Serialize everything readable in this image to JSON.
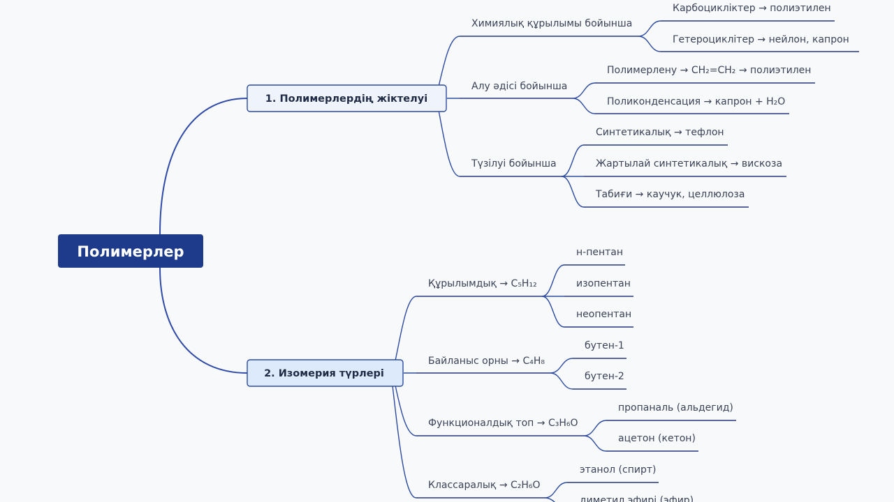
{
  "root": "Полимерлер",
  "branches": [
    {
      "label": "1. Полимерлердің жіктелуі",
      "groups": [
        {
          "label": "Химиялық құрылымы бойынша",
          "items": [
            "Карбоцикліктер → полиэтилен",
            "Гетероциклітер → нейлон, капрон"
          ]
        },
        {
          "label": "Алу әдісі бойынша",
          "items": [
            "Полимерлену → CH₂=CH₂ → полиэтилен",
            "Поликонденсация → капрон + H₂O"
          ]
        },
        {
          "label": "Түзілуі бойынша",
          "items": [
            "Синтетикалық → тефлон",
            "Жартылай синтетикалық → вискоза",
            "Табиғи → каучук, целлюлоза"
          ]
        }
      ]
    },
    {
      "label": "2. Изомерия түрлері",
      "groups": [
        {
          "label": "Құрылымдық → C₅H₁₂",
          "items": [
            "н-пентан",
            "изопентан",
            "неопентан"
          ]
        },
        {
          "label": "Байланыс орны → C₄H₈",
          "items": [
            "бутен-1",
            "бутен-2"
          ]
        },
        {
          "label": "Функционалдық топ → C₃H₆O",
          "items": [
            "пропаналь (альдегид)",
            "ацетон (кетон)"
          ]
        },
        {
          "label": "Классаралық → C₂H₆O",
          "items": [
            "этанол (спирт)",
            "диметил эфирі (эфир)"
          ]
        }
      ]
    }
  ],
  "colors": {
    "root": "#1e3a8a",
    "link": "#2c4a9e",
    "text": "#3b4256",
    "background": "#f7f9fb"
  }
}
